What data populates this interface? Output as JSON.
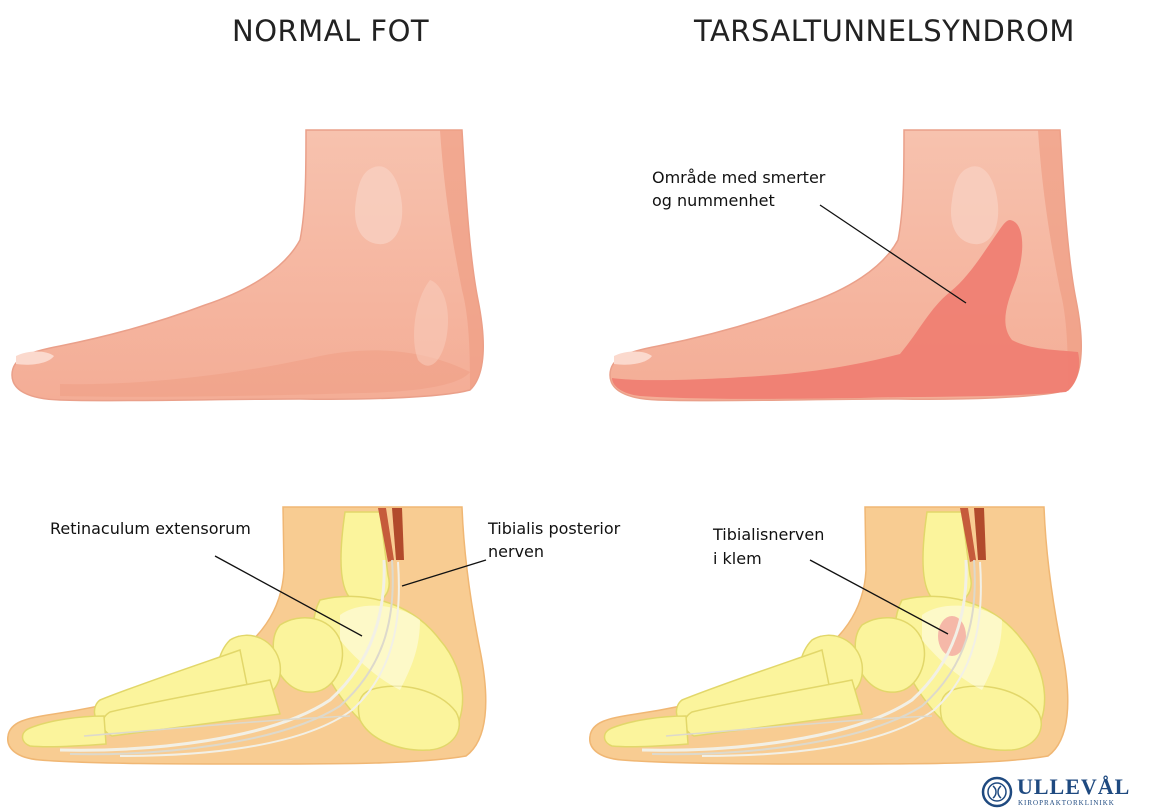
{
  "headings": {
    "left": "NORMAL FOT",
    "right": "TARSALTUNNELSYNDROM"
  },
  "labels": {
    "pain_area_line1": "Område med smerter",
    "pain_area_line2": "og nummenhet",
    "retinaculum": "Retinaculum extensorum",
    "tibialis_line1": "Tibialis posterior",
    "tibialis_line2": "nerven",
    "clamped_line1": "Tibialisnerven",
    "clamped_line2": "i klem"
  },
  "logo": {
    "name": "ULLEVÅL",
    "subtitle": "KIROPRAKTORKLINIKK"
  },
  "colors": {
    "skin": "#f6b9a4",
    "skin_shadow": "#e99d87",
    "pain": "#f07c70",
    "flesh_panel": "#f8cc92",
    "bone": "#fbf49c",
    "bone_outline": "#e2d76a",
    "nerve": "#f2f0e6",
    "tendon": "#c65b3b",
    "logo": "#1f4a80"
  }
}
